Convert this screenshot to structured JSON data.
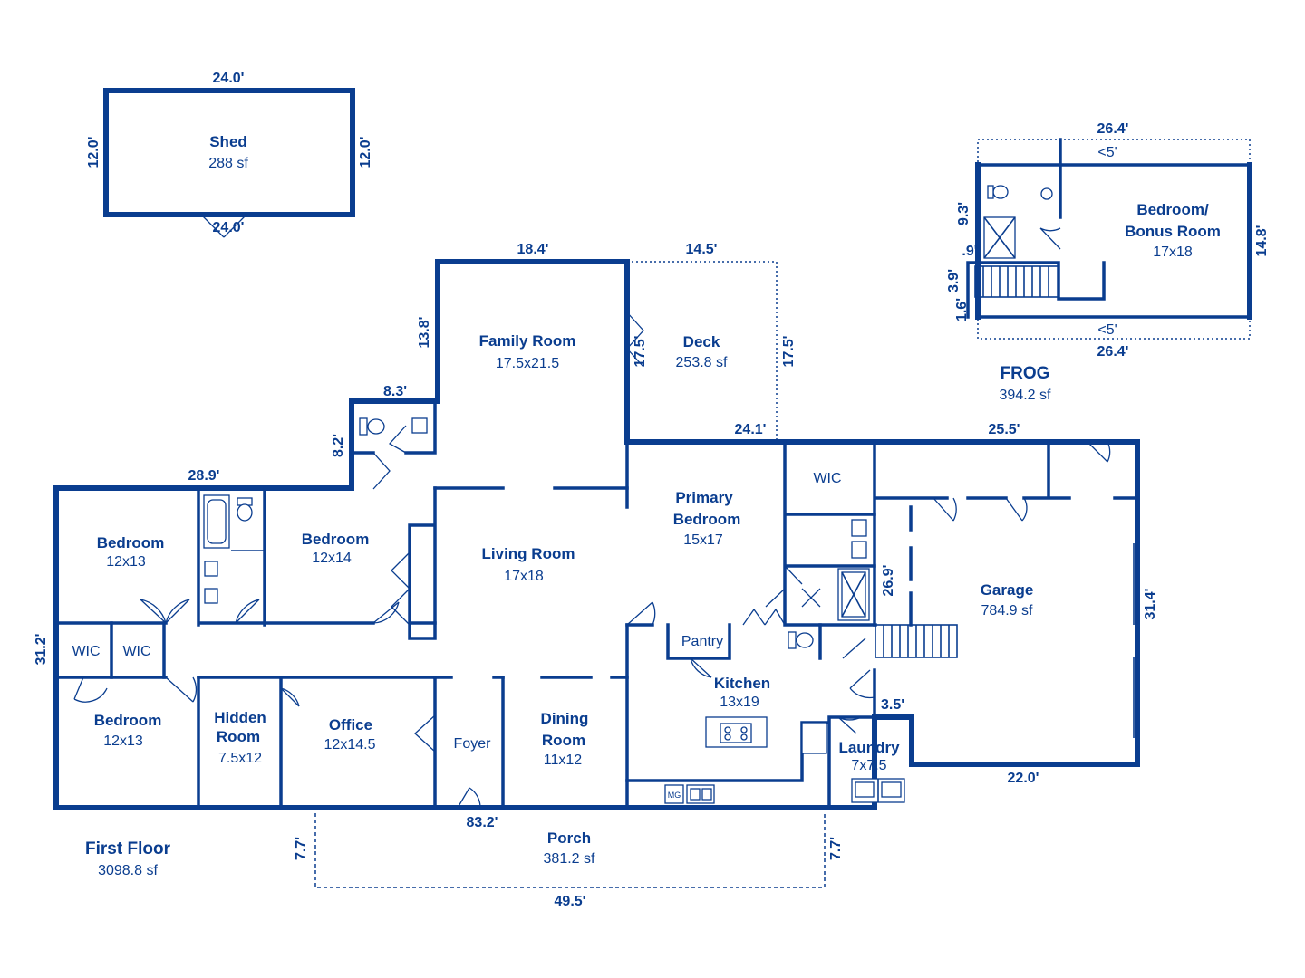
{
  "floor": {
    "name": "First Floor",
    "area": "3098.8 sf"
  },
  "frog": {
    "name": "FROG",
    "area": "394.2 sf"
  },
  "rooms": {
    "shed": {
      "name": "Shed",
      "size": "288 sf"
    },
    "family_room": {
      "name": "Family Room",
      "size": "17.5x21.5"
    },
    "deck": {
      "name": "Deck",
      "size": "253.8 sf"
    },
    "living_room": {
      "name": "Living Room",
      "size": "17x18"
    },
    "bedroom_nw": {
      "name": "Bedroom",
      "size": "12x13"
    },
    "bedroom_mid": {
      "name": "Bedroom",
      "size": "12x14"
    },
    "wic_left": {
      "name": "WIC"
    },
    "wic_right": {
      "name": "WIC"
    },
    "bedroom_sw": {
      "name": "Bedroom",
      "size": "12x13"
    },
    "hidden_room": {
      "name_line1": "Hidden",
      "name_line2": "Room",
      "size": "7.5x12"
    },
    "office": {
      "name": "Office",
      "size": "12x14.5"
    },
    "foyer": {
      "name": "Foyer"
    },
    "dining_room": {
      "name_line1": "Dining",
      "name_line2": "Room",
      "size": "11x12"
    },
    "primary_bedroom": {
      "name_line1": "Primary",
      "name_line2": "Bedroom",
      "size": "15x17"
    },
    "wic_primary": {
      "name": "WIC"
    },
    "pantry": {
      "name": "Pantry"
    },
    "kitchen": {
      "name": "Kitchen",
      "size": "13x19"
    },
    "laundry": {
      "name": "Laundry",
      "size": "7x7.5"
    },
    "garage": {
      "name": "Garage",
      "size": "784.9 sf"
    },
    "porch": {
      "name": "Porch",
      "size": "381.2 sf"
    },
    "bonus_room": {
      "name_line1": "Bedroom/",
      "name_line2": "Bonus Room",
      "size": "17x18"
    },
    "mw_label": "MG"
  },
  "dimensions": {
    "shed_top": "24.0'",
    "shed_bottom": "24.0'",
    "shed_left": "12.0'",
    "shed_right": "12.0'",
    "family_top": "18.4'",
    "family_left": "13.8'",
    "deck_top": "14.5'",
    "deck_right": "17.5'",
    "deck_left": "17.5'",
    "bath_top": "8.3'",
    "bath_left": "8.2'",
    "house_left_top": "28.9'",
    "house_left": "31.2'",
    "kitchen_top": "24.1'",
    "garage_top": "25.5'",
    "garage_right": "31.4'",
    "garage_left": "26.9'",
    "laundry_step": "3.5'",
    "garage_bottom": "22.0'",
    "house_bottom": "83.2'",
    "porch_left": "7.7'",
    "porch_right": "7.7'",
    "porch_bottom": "49.5'",
    "frog_top": "26.4'",
    "frog_top_inner": "<5'",
    "frog_bottom_inner": "<5'",
    "frog_bottom": "26.4'",
    "frog_right": "14.8'",
    "frog_left_a": "9.3'",
    "frog_left_b": ".9'",
    "frog_left_c": "3.9'",
    "frog_left_d": "1.6'"
  }
}
